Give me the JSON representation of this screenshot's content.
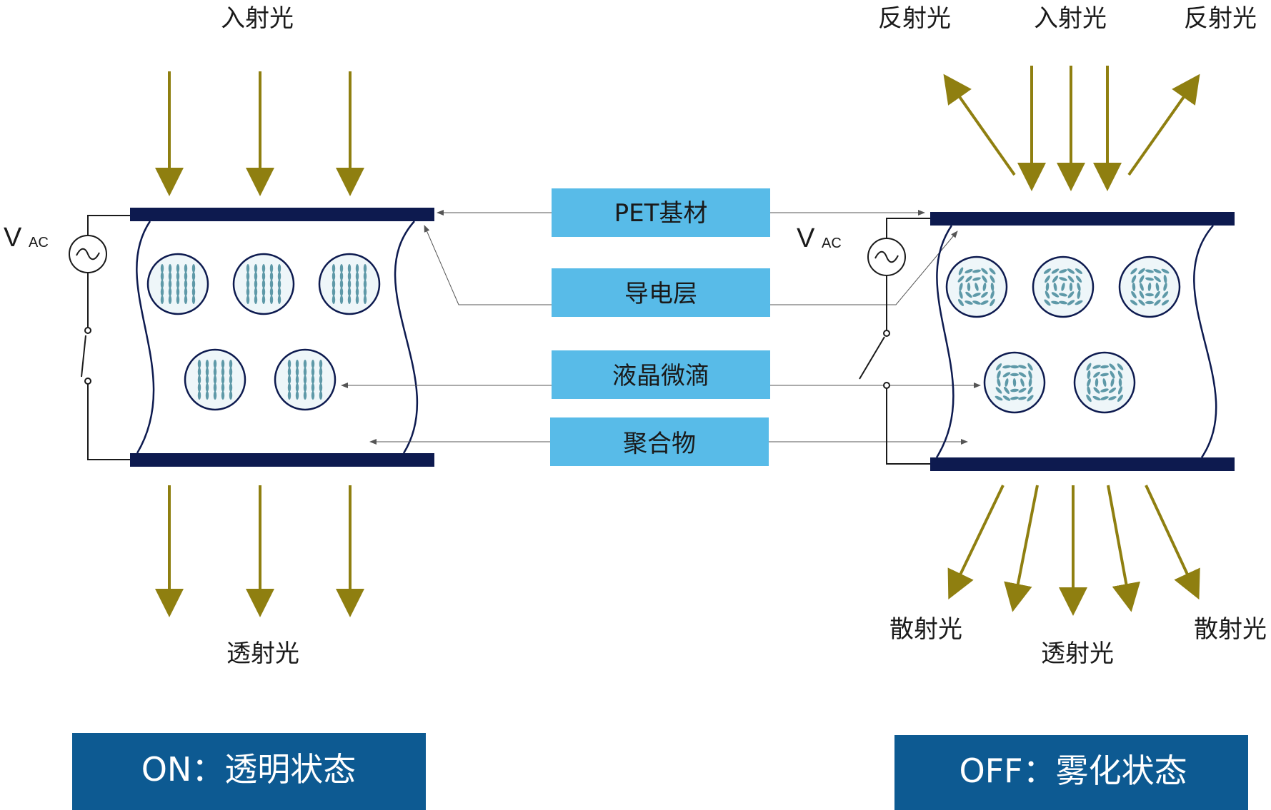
{
  "left": {
    "incident_label": "入射光",
    "transmitted_label": "透射光",
    "voltage_label": "V",
    "voltage_sub": "AC",
    "state_label": "ON：透明状态"
  },
  "right": {
    "incident_label": "入射光",
    "reflected_left_label": "反射光",
    "reflected_right_label": "反射光",
    "scattered_left_label": "散射光",
    "scattered_right_label": "散射光",
    "transmitted_label": "透射光",
    "voltage_label": "V",
    "voltage_sub": "AC",
    "state_label": "OFF：雾化状态"
  },
  "legend": {
    "pet": "PET基材",
    "conductive": "导电层",
    "droplet": "液晶微滴",
    "polymer": "聚合物"
  },
  "colors": {
    "arrow": "#8f7f10",
    "electrode": "#0d1a4f",
    "legend_box": "#58bbe8",
    "state_box": "#0d5a92",
    "droplet_fill": "#eef6f9",
    "molecule": "#5e99a8"
  }
}
